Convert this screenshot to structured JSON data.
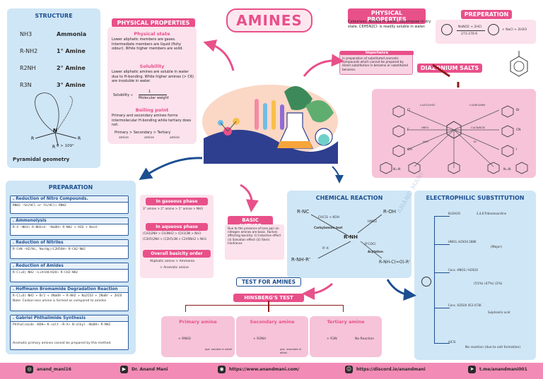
{
  "title": "AMINES",
  "structure": {
    "heading": "STRUCTURE",
    "rows": [
      {
        "formula": "NH3",
        "label": "Ammonia"
      },
      {
        "formula": "R-NH2",
        "label": "1° Amine"
      },
      {
        "formula": "R2NH",
        "label": "2° Amine"
      },
      {
        "formula": "R3N",
        "label": "3° Amine"
      }
    ],
    "angle": "θ > 109°",
    "geometry_label": "Pyramidal geometry"
  },
  "physical_left": {
    "heading": "PHYSICAL PROPERTIES",
    "state_heading": "Physical state",
    "state_text": "Lower aliphatic members are gases. Intermediate members are liquid (fishy odour). While higher members are solid.",
    "solubility_heading": "Solubility",
    "solubility_text": "Lower aliphatic amines are soluble in water due to H-bonding. While higher amines (> C6) are insoluble in water.",
    "solubility_formula_lhs": "Solubility ∝",
    "solubility_formula_num": "1",
    "solubility_formula_den": "Molecular weight",
    "boiling_heading": "Boiling point",
    "boiling_text": "Primary and secondary amines forms intermolecular H-bonding while tertiary does not.",
    "boiling_order_lhs": "Primary > Secondary > Tertiary",
    "boiling_order_words": [
      "amine",
      "amine",
      "amine"
    ]
  },
  "physical_right": {
    "heading": "PHYSICAL PROPERTIES",
    "text": "Colourless, Soluble in water, decompose in dry state. C6H5N2Cl- is readily soluble in water.",
    "importance_heading": "Importance",
    "importance_text": "In preparation of substituted aromatic compounds which cannot be prepared by direct substitution in benzene or substituted benzene."
  },
  "preparation_right": {
    "heading": "PREPERATION",
    "reagent": "NaNO2 + 2HCl",
    "conditions": "273-278 K",
    "products": "+ NaCl + 2H2O"
  },
  "diazonium": {
    "heading": "DIAZONIUM SALTS",
    "reagents": [
      "Cu2Cl2/HCl",
      "Cu2Br2/HBr",
      "CuCN/KCN",
      "KI",
      "HBF4",
      "H2O",
      "H3PO2",
      "C2H5OH",
      "Phenol",
      "Aniline"
    ],
    "product_labels": [
      "Cl",
      "Br",
      "CN",
      "I",
      "F",
      "OH",
      "N=N",
      "N=N"
    ]
  },
  "preparation": {
    "heading": "PREPARATION",
    "items": [
      {
        "title": ". Reduction of Nitro Compounds.",
        "eq": "RNO2  —Sn/HCl or Fe/HCl→  RNH2"
      },
      {
        "title": ". Ammonolysis",
        "eq": "R-X —NH3→ R-NH3+X- —NaOH→ R-NH2 + H2O + Na+X-"
      },
      {
        "title": ". Reduction of Nitriles",
        "eq": "R-C≡N —H2/Ni, Na(Hg)/C2H5OH→ R-CH2-NH2"
      },
      {
        "title": ". Reduction of Amides",
        "eq": "R-C(=O)-NH2 —LiAlH4/H2O→ R-CH2-NH2"
      },
      {
        "title": ". Hoffmann Bromamide Degradation Reaction",
        "eq": "R-C(=O)-NH2 + Br2 + 4NaOH → R-NH2 + Na2CO3 + 2NaBr + 2H2O"
      },
      {
        "title": ". Gabriel Phthalimide Synthesis",
        "eq": "Phthalimide —KOH→ K-salt —R-X→ N-alkyl —NaOH→ R-NH2"
      }
    ],
    "hoffmann_note": "Note: Carbon less amine is formed as compared to amides",
    "gabriel_note": "Aromatic primary amines cannot be prepared by this method."
  },
  "basicity": {
    "gas_heading": "In gaseous phase",
    "gas_text": "3° amine > 2° amine > 1° amine > NH3",
    "aq_heading": "In aqueous phase",
    "aq_line1": "(CH3)2NH > CH3NH2 > (CH3)3N > NH3",
    "aq_line2": "(C2H5)2NH > (C2H5)3N > C2H5NH2 > NH3",
    "order_heading": "Overall basicity order",
    "order_text": "Aliphatic amine > Ammonia",
    "order_text2": "> Aromatic amine"
  },
  "basic_nature": {
    "heading": "BASIC NATURE",
    "text": "Due to the presence of lone pair on nitrogen amines are basic. Factors affecting basicity: (i) Inductive effect (ii) Solvation effect (iii) Steric hindrance"
  },
  "chemical_reaction": {
    "heading": "CHEMICAL REACTION",
    "center": "R-NH",
    "products": [
      "R-NC",
      "R-OH",
      "R-NH-R'",
      "R-NH-C(=O)-R'"
    ],
    "reagents": [
      "CHCl3 + KOH",
      "HNO2",
      "R'-X",
      "R'COCl"
    ],
    "side_labels": [
      "Carbylamine test",
      "Acylation"
    ]
  },
  "test": {
    "heading": "TEST FOR AMINES",
    "sub": "HINSBERG'S TEST",
    "primary": {
      "heading": "Primary amine",
      "reagent": "+ RNH2",
      "result": "ppt. soluble in alkali"
    },
    "secondary": {
      "heading": "Secondary amine",
      "reagent": "+ R2NH",
      "result": "ppt. insoluble in alkali"
    },
    "tertiary": {
      "heading": "Tertiary amine",
      "reagent": "+ R3N",
      "result": "No Reaction"
    }
  },
  "electrophilic": {
    "heading": "ELECTROPHILIC SUBSTITUTION",
    "rows": [
      {
        "reagent": "Br2/H2O",
        "result": "2,4,6-Tribromoaniline"
      },
      {
        "reagent": "HNO3, H2SO4 288K",
        "result": "(Major)"
      },
      {
        "reagent": "Conc. HNO3 / H2SO4",
        "result": "(51%)  (47%)  (2%)"
      },
      {
        "reagent": "Conc. H2SO4 453-473K",
        "result": "Sulphanilic acid"
      },
      {
        "reagent": "AlCl3",
        "result": "No reaction (due to salt formation)"
      }
    ]
  },
  "footer": {
    "instagram": "anand_mani16",
    "youtube": "Dr. Anand Mani",
    "website": "https://www.anandmani.com/",
    "discord": "https://discord.io/anandmani",
    "telegram": "t.me/anandmani001"
  },
  "watermark": "ANAND MANI",
  "colors": {
    "pink": "#e8508a",
    "blue": "#1d4f91",
    "panel_blue": "#cfe6f6",
    "panel_pink": "#f6c3d8"
  }
}
